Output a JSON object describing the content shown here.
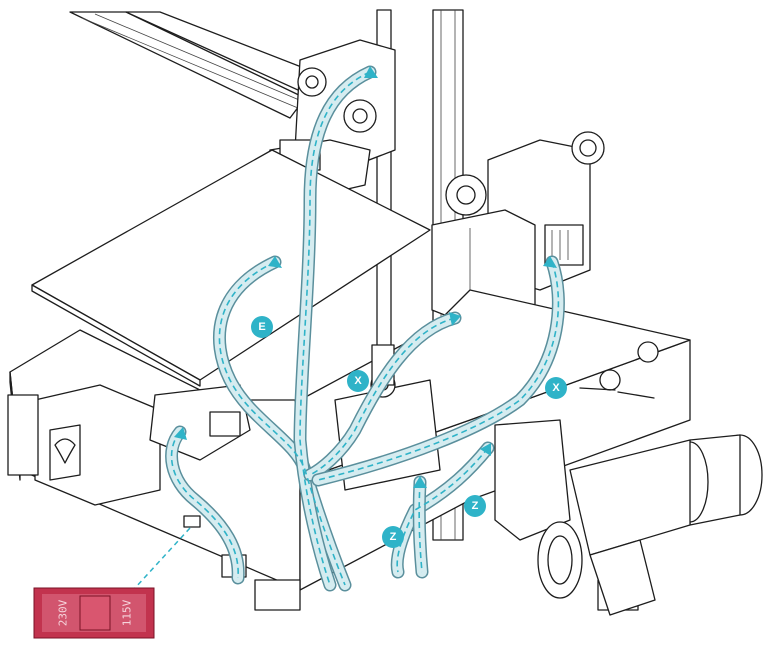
{
  "labels": {
    "e": "E",
    "x_left": "X",
    "x_right": "X",
    "z_left": "Z",
    "z_right": "Z"
  },
  "voltage_switch": {
    "option_a": "230V",
    "option_b": "115V"
  },
  "colors": {
    "cable_outline": "#5a8f9c",
    "cable_fill": "#d5ecf0",
    "callout_accent": "#2fb3c8",
    "switch_body": "#c2334e",
    "line_art": "#1d1d1d"
  }
}
